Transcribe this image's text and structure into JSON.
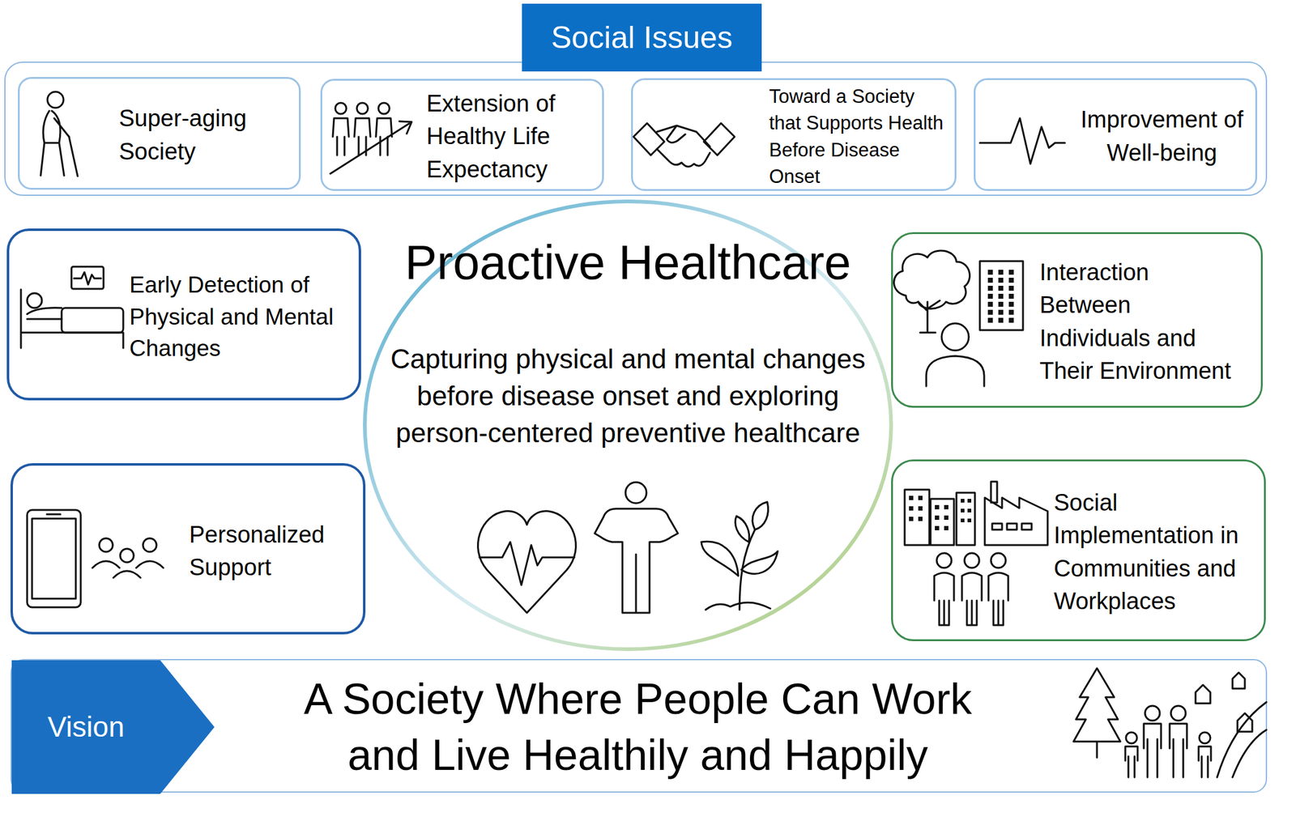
{
  "diagram": {
    "nodes": [
      {
        "text": [
          "Social Issues"
        ]
      },
      {
        "text": [
          "Super-aging Society"
        ],
        "in": 0
      },
      {
        "text": [
          "Extension of Healthy Life Expectancy"
        ],
        "in": 0
      },
      {
        "text": [
          "Toward a Society that Supports Health Before Disease Onset"
        ],
        "in": 0
      },
      {
        "text": [
          "Improvement of Well-being"
        ],
        "in": 0
      },
      {
        "text": [
          "Early Detection of Physical and Mental Changes"
        ]
      },
      {
        "text": [
          "Proactive Healthcare",
          "Capturing physical and mental changes before disease onset and exploring person-centered preventive healthcare"
        ]
      },
      {
        "text": [
          "Interaction Between Individuals and Their Environment"
        ]
      },
      {
        "text": [
          "Personalized Support"
        ]
      },
      {
        "text": [
          "Social Implementation in Communities and Workplaces"
        ]
      },
      {
        "text": [
          "A Society Where People Can Work and Live Healthily and Happily"
        ]
      },
      {
        "text": [
          "Vision"
        ],
        "in": 10
      }
    ]
  }
}
